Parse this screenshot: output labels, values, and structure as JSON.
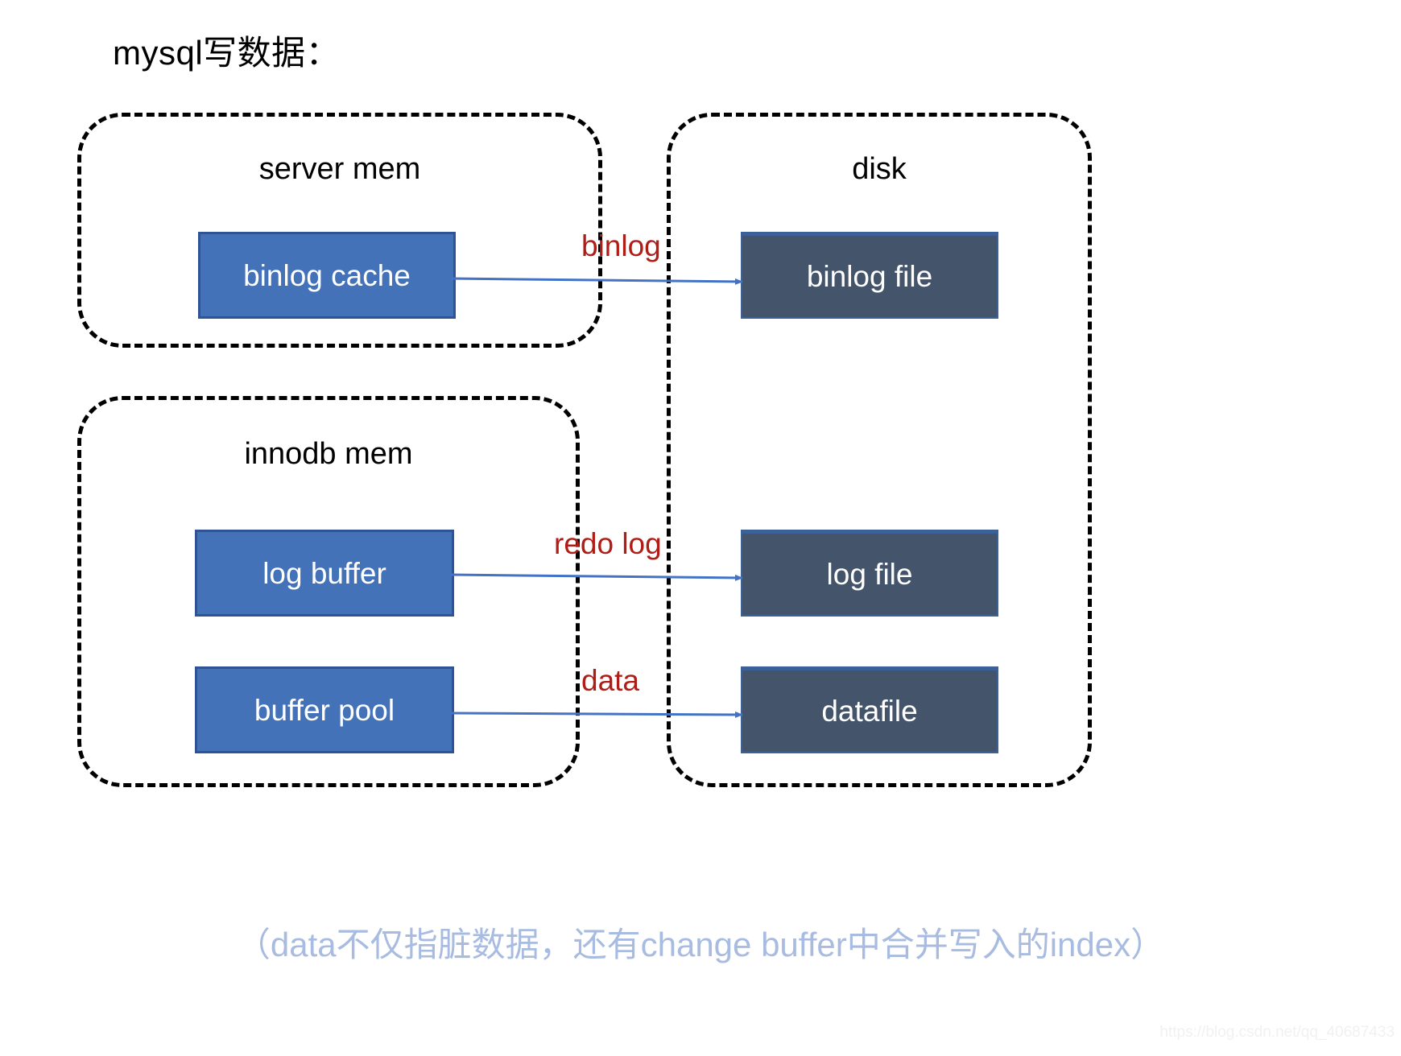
{
  "page": {
    "title": "mysql写数据：",
    "caption": "（data不仅指脏数据，还有change buffer中合并写入的index）",
    "watermark": "https://blog.csdn.net/qq_40687433"
  },
  "colors": {
    "mem_box_fill": "#4472b8",
    "mem_box_border": "#2f5496",
    "disk_box_fill": "#44546a",
    "disk_box_border": "#3c6098",
    "arrow": "#4472c4",
    "flow_label": "#b01c16",
    "group_border": "#000000",
    "caption": "#a8bbe0",
    "watermark": "#f1f1f1"
  },
  "groups": [
    {
      "id": "server-mem",
      "label": "server mem"
    },
    {
      "id": "innodb-mem",
      "label": "innodb mem"
    },
    {
      "id": "disk",
      "label": "disk"
    }
  ],
  "mem_boxes": [
    {
      "id": "binlog-cache",
      "label": "binlog cache"
    },
    {
      "id": "log-buffer",
      "label": "log buffer"
    },
    {
      "id": "buffer-pool",
      "label": "buffer pool"
    }
  ],
  "disk_boxes": [
    {
      "id": "binlog-file",
      "label": "binlog file"
    },
    {
      "id": "log-file",
      "label": "log file"
    },
    {
      "id": "datafile",
      "label": "datafile"
    }
  ],
  "flows": [
    {
      "id": "binlog",
      "label": "binlog",
      "from": "binlog cache",
      "to": "binlog file"
    },
    {
      "id": "redo-log",
      "label": "redo log",
      "from": "log buffer",
      "to": "log file"
    },
    {
      "id": "data",
      "label": "data",
      "from": "buffer pool",
      "to": "datafile"
    }
  ]
}
